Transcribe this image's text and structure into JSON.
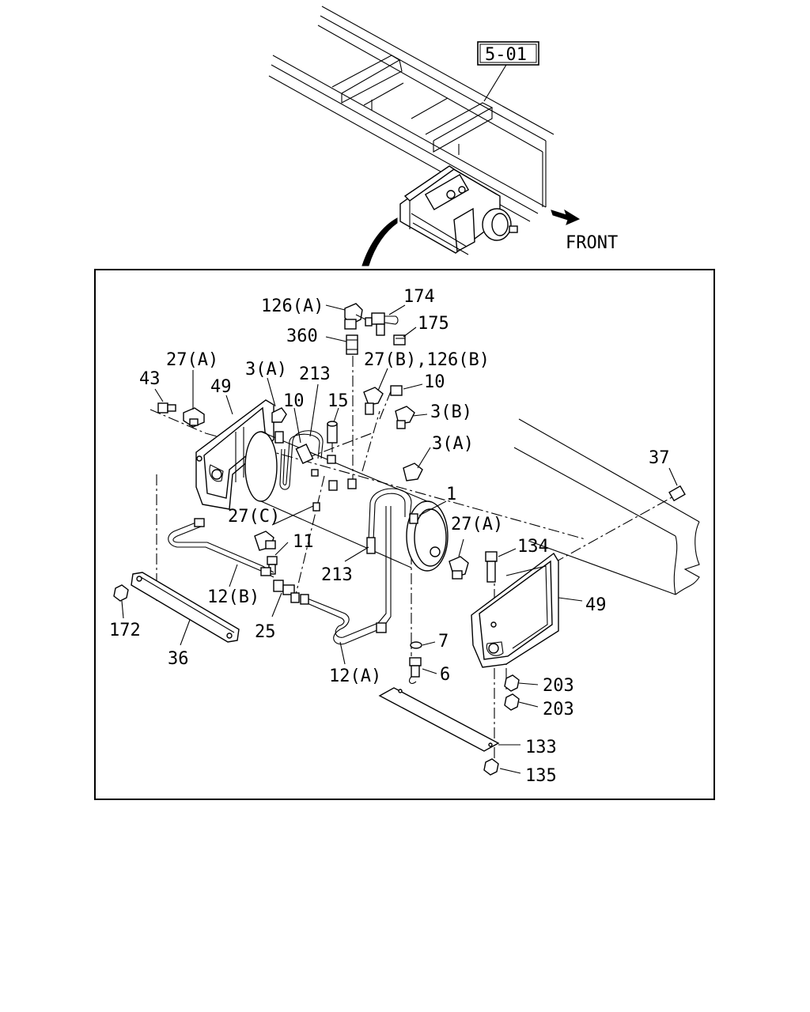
{
  "reference_box": "5-01",
  "front_label": "FRONT",
  "labels": {
    "p126A": "126(A)",
    "p174": "174",
    "p175": "175",
    "p360": "360",
    "p27A_top": "27(A)",
    "p43": "43",
    "p49_left": "49",
    "p3A_top": "3(A)",
    "p213_top": "213",
    "p10_left": "10",
    "p15": "15",
    "p27B126B": "27(B),126(B)",
    "p10_right": "10",
    "p3B": "3(B)",
    "p3A_mid": "3(A)",
    "p37": "37",
    "p1": "1",
    "p27C": "27(C)",
    "p11": "11",
    "p27A_right": "27(A)",
    "p134": "134",
    "p213_bottom": "213",
    "p12B": "12(B)",
    "p25": "25",
    "p49_right": "49",
    "p172": "172",
    "p36": "36",
    "p7": "7",
    "p6": "6",
    "p12A": "12(A)",
    "p203_a": "203",
    "p203_b": "203",
    "p133": "133",
    "p135": "135"
  }
}
